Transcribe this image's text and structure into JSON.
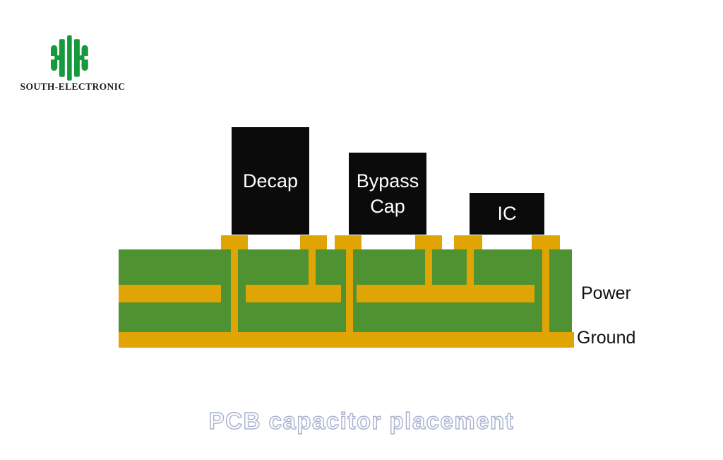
{
  "brand": {
    "name": "SOUTH-ELECTRONIC",
    "logo_color": "#179a3d",
    "text_color": "#1d1d1d"
  },
  "diagram": {
    "components": [
      {
        "label": "Decap",
        "connection": "pads to ground and power planes"
      },
      {
        "label": "Bypass Cap",
        "connection": "pads to ground and power planes"
      },
      {
        "label": "IC",
        "connection": "pads to power and ground planes"
      }
    ],
    "plane_labels": {
      "power": "Power",
      "ground": "Ground"
    },
    "colors": {
      "board": "#4f9231",
      "copper": "#e0a405",
      "component_body": "#0b0b0b",
      "component_text": "#ffffff",
      "plane_label_text": "#111111"
    }
  },
  "caption": {
    "text": "PCB capacitor placement",
    "stroke_color": "#a8b2cf",
    "fill_color": "#fdfdff"
  }
}
